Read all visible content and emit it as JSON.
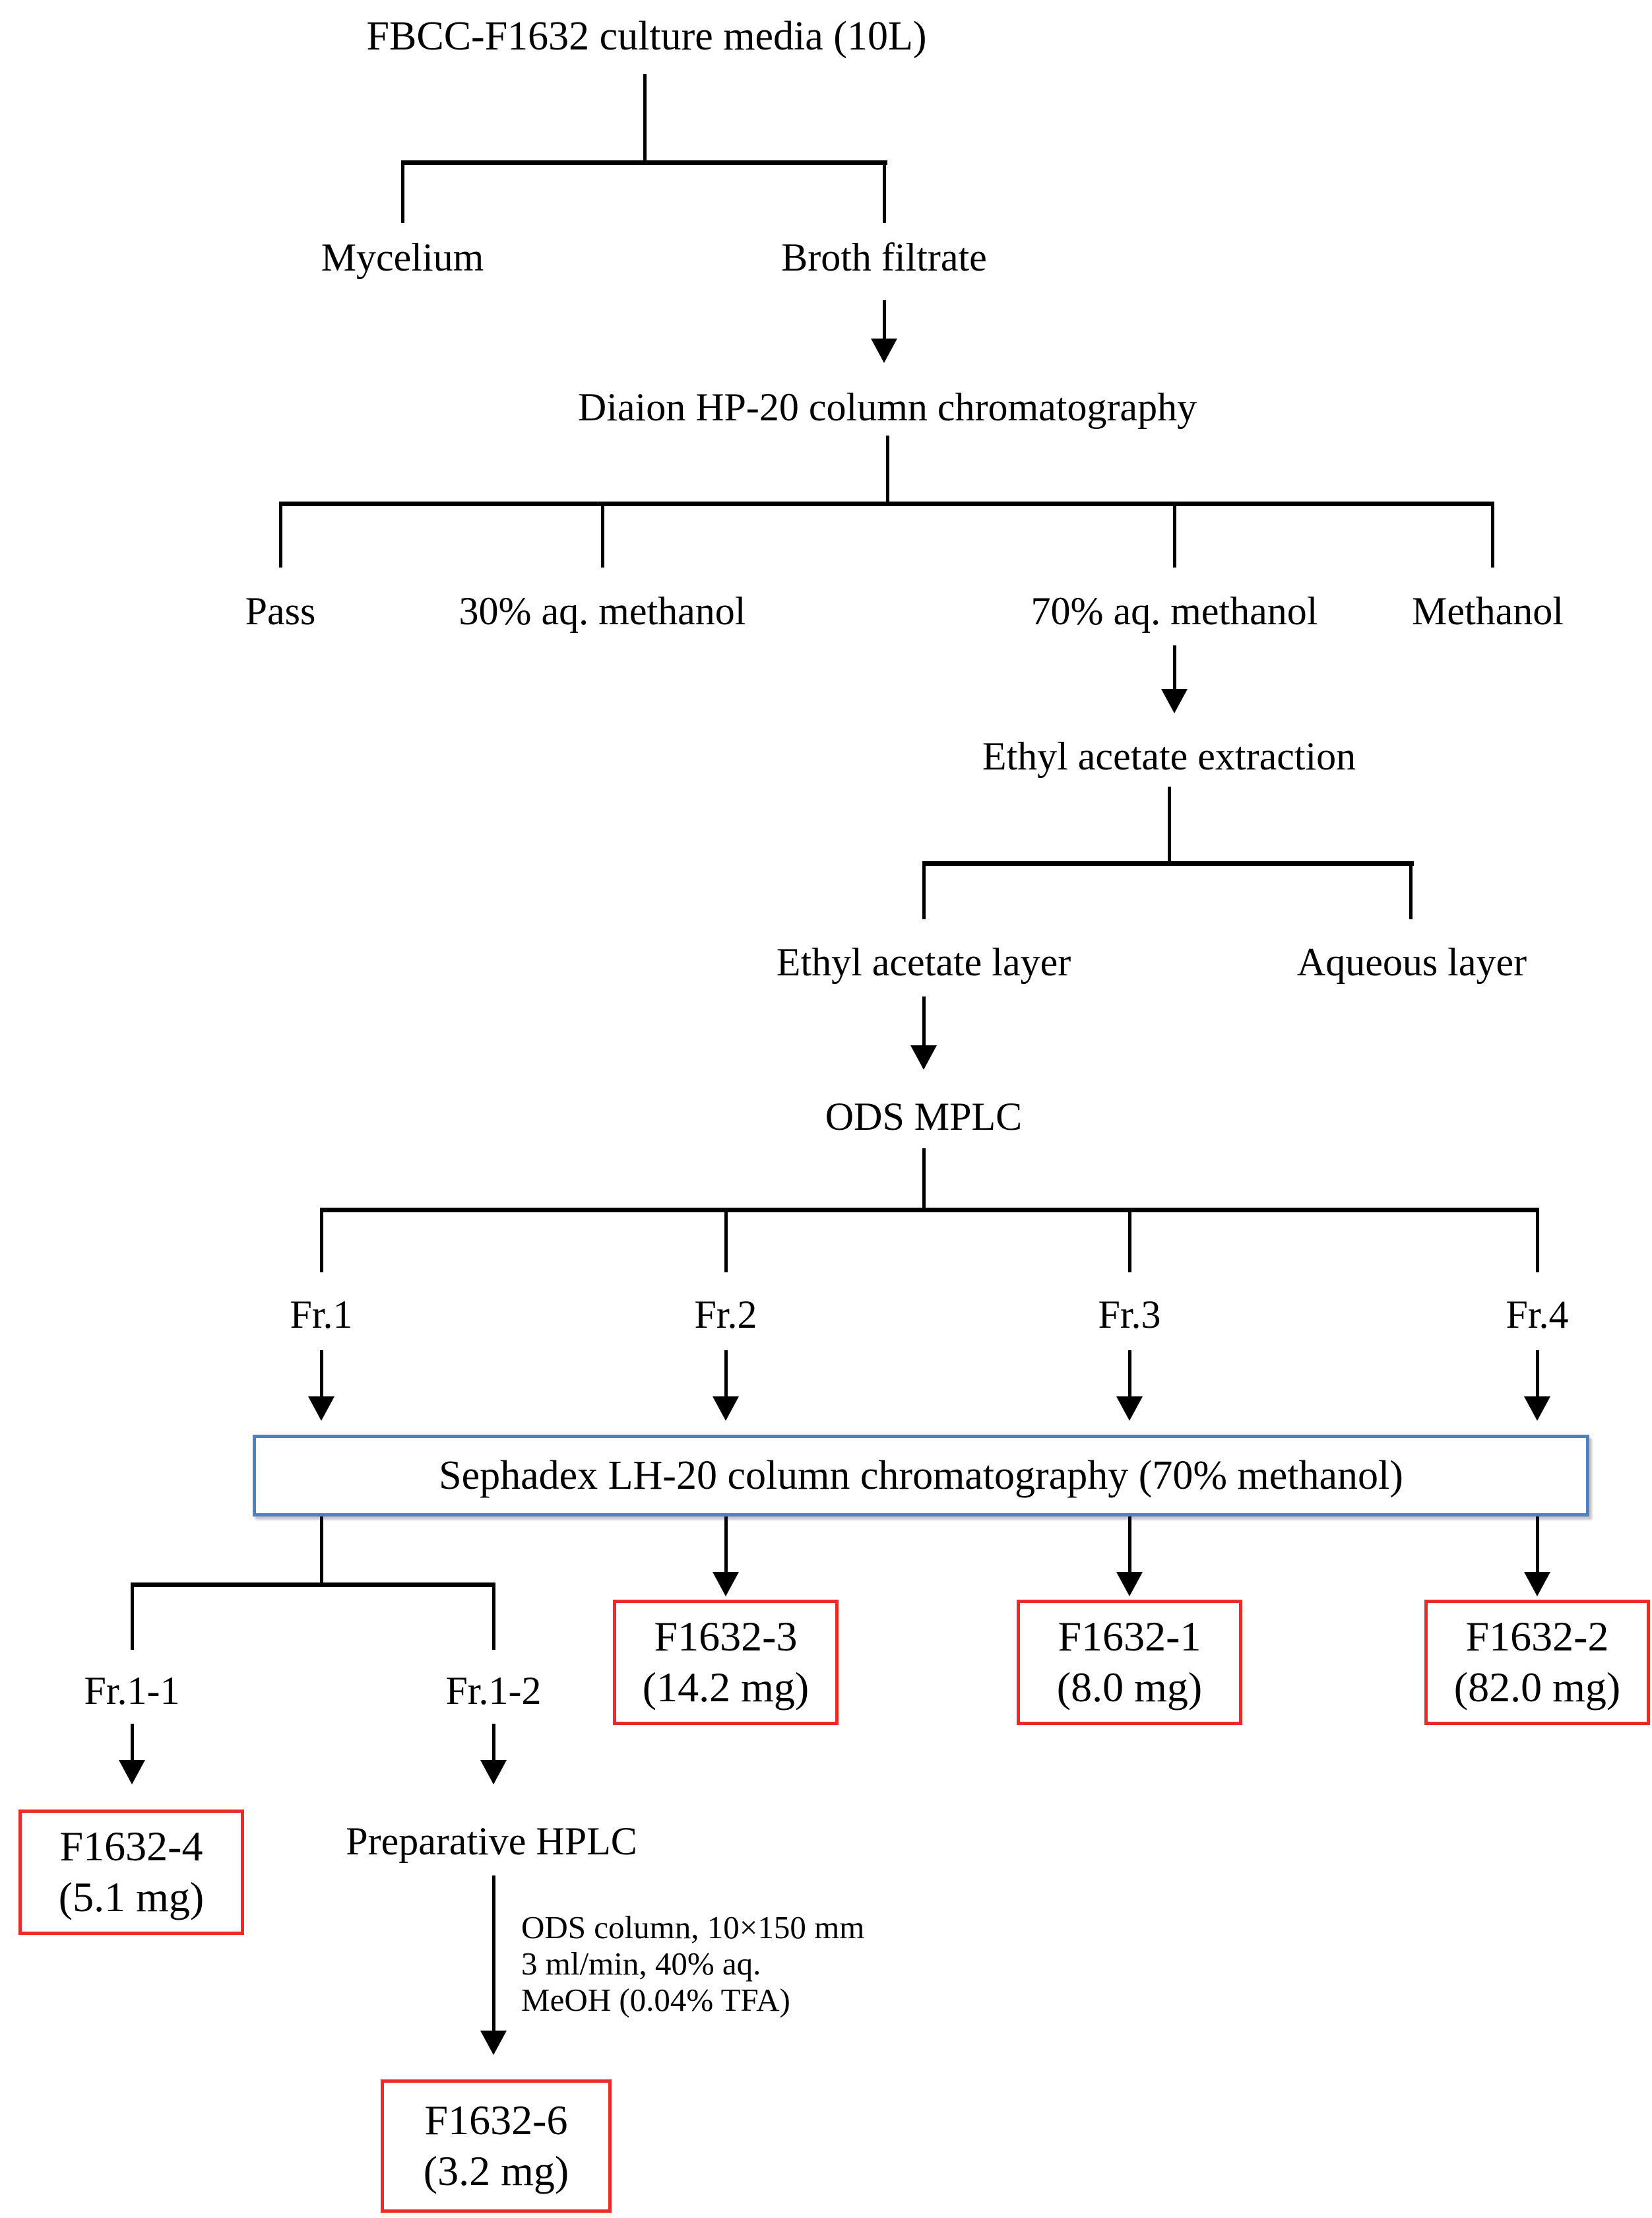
{
  "flowchart": {
    "title": "FBCC-F1632 culture media (10L)",
    "split1": {
      "left": "Mycelium",
      "right": "Broth filtrate"
    },
    "step_diaion": "Diaion HP-20 column chromatography",
    "diaion_fractions": [
      "Pass",
      "30% aq. methanol",
      "70% aq. methanol",
      "Methanol"
    ],
    "step_ea_extraction": "Ethyl acetate extraction",
    "ea_split": {
      "left": "Ethyl acetate layer",
      "right": "Aqueous layer"
    },
    "step_ods_mplc": "ODS MPLC",
    "ods_fractions": [
      "Fr.1",
      "Fr.2",
      "Fr.3",
      "Fr.4"
    ],
    "step_sephadex": "Sephadex LH-20 column chromatography (70% methanol)",
    "fr1_split": {
      "left": "Fr.1-1",
      "right": "Fr.1-2"
    },
    "step_prep_hplc": "Preparative HPLC",
    "hplc_conditions": [
      "ODS column, 10×150 mm",
      "3 ml/min, 40% aq.",
      "MeOH (0.04% TFA)"
    ],
    "compounds": {
      "f1632_3": {
        "name": "F1632-3",
        "amount": "(14.2 mg)"
      },
      "f1632_1": {
        "name": "F1632-1",
        "amount": "(8.0 mg)"
      },
      "f1632_2": {
        "name": "F1632-2",
        "amount": "(82.0 mg)"
      },
      "f1632_4": {
        "name": "F1632-4",
        "amount": "(5.1 mg)"
      },
      "f1632_6": {
        "name": "F1632-6",
        "amount": "(3.2 mg)"
      }
    },
    "colors": {
      "line": "#000000",
      "compound_box_border": "#ee2b2b",
      "process_box_border": "#4f81bd",
      "text": "#000000",
      "background": "#ffffff"
    }
  }
}
